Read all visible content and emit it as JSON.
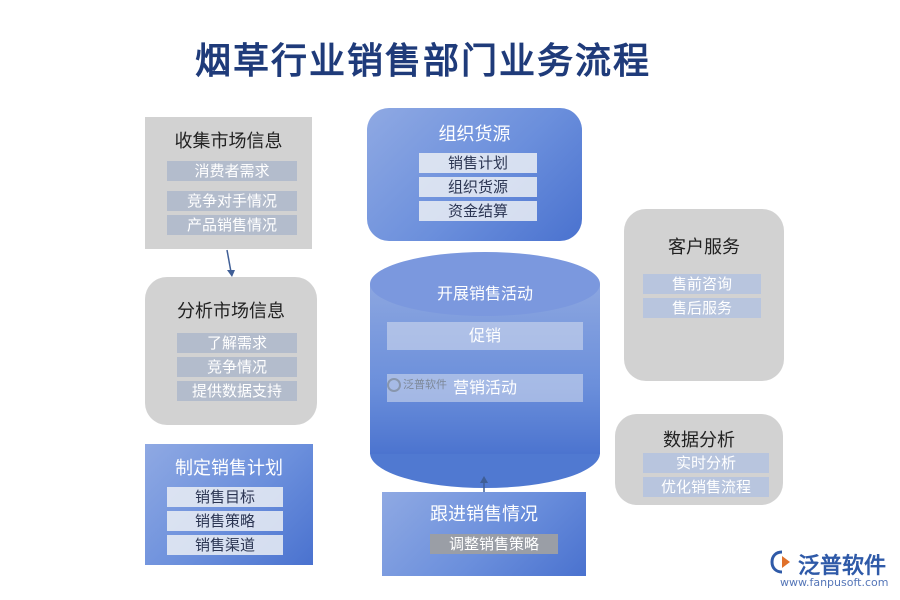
{
  "title": "烟草行业销售部门业务流程",
  "collect": {
    "title": "收集市场信息",
    "items": [
      "消费者需求",
      "竞争对手情况",
      "产品销售情况"
    ]
  },
  "analyze": {
    "title": "分析市场信息",
    "items": [
      "了解需求",
      "竞争情况",
      "提供数据支持"
    ]
  },
  "plan": {
    "title": "制定销售计划",
    "items": [
      "销售目标",
      "销售策略",
      "销售渠道"
    ]
  },
  "supply": {
    "title": "组织货源",
    "items": [
      "销售计划",
      "组织货源",
      "资金结算"
    ]
  },
  "activity": {
    "title": "开展销售活动",
    "items": [
      "促销",
      "营销活动"
    ]
  },
  "follow": {
    "title": "跟进销售情况",
    "items": [
      "调整销售策略"
    ]
  },
  "service": {
    "title": "客户服务",
    "items": [
      "售前咨询",
      "售后服务"
    ]
  },
  "data": {
    "title": "数据分析",
    "items": [
      "实时分析",
      "优化销售流程"
    ]
  },
  "watermark": {
    "text": "泛普软件"
  },
  "logo": {
    "name": "泛普软件",
    "url": "www.fanpusoft.com"
  },
  "colors": {
    "title": "#1f3b7a",
    "blue_panel": "#6b8fdc",
    "gray_panel": "#d2d2d2",
    "brand": "#2f5aa8"
  }
}
